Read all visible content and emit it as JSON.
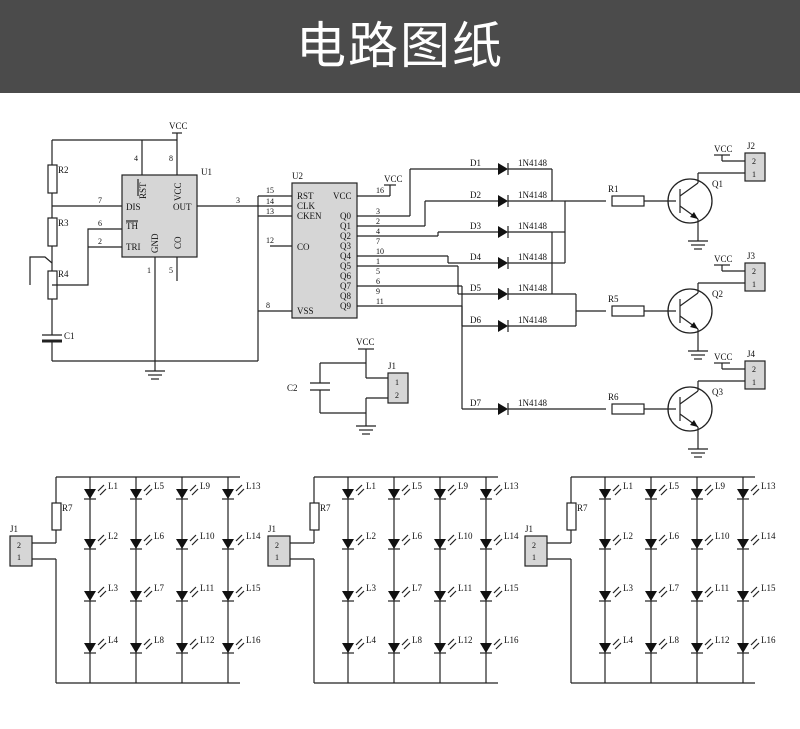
{
  "banner": {
    "title": "电路图纸"
  },
  "labels": {
    "vcc": "VCC",
    "u1": "U1",
    "u2": "U2",
    "r2": "R2",
    "r3": "R3",
    "r4": "R4",
    "c1": "C1",
    "c2": "C2",
    "r1": "R1",
    "r5": "R5",
    "r6": "R6",
    "r7": "R7",
    "q1": "Q1",
    "q2": "Q2",
    "q3": "Q3",
    "j1": "J1",
    "j2": "J2",
    "j3": "J3",
    "j4": "J4",
    "diode_part": "1N4148"
  },
  "u1_pins": {
    "rst": "RST",
    "vcc": "VCC",
    "dis": "DIS",
    "out": "OUT",
    "th": "TH",
    "tri": "TRI",
    "gnd": "GND",
    "co": "CO",
    "n4": "4",
    "n8": "8",
    "n7": "7",
    "n3": "3",
    "n6": "6",
    "n2": "2",
    "n1": "1",
    "n5": "5"
  },
  "u2_pins": {
    "rst": "RST",
    "clk": "CLK",
    "cken": "CKEN",
    "co": "CO",
    "vss": "VSS",
    "vcc": "VCC",
    "q": [
      "Q0",
      "Q1",
      "Q2",
      "Q3",
      "Q4",
      "Q5",
      "Q6",
      "Q7",
      "Q8",
      "Q9"
    ],
    "qnums": [
      "3",
      "2",
      "4",
      "7",
      "10",
      "1",
      "5",
      "6",
      "9",
      "11"
    ],
    "n15": "15",
    "n14": "14",
    "n13": "13",
    "n12": "12",
    "n8": "8",
    "n16": "16"
  },
  "diodes": [
    "D1",
    "D2",
    "D3",
    "D4",
    "D5",
    "D6",
    "D7"
  ],
  "jack_pins": {
    "one": "1",
    "two": "2"
  },
  "led_labels": [
    "L1",
    "L2",
    "L3",
    "L4",
    "L5",
    "L6",
    "L7",
    "L8",
    "L9",
    "L10",
    "L11",
    "L12",
    "L13",
    "L14",
    "L15",
    "L16"
  ]
}
